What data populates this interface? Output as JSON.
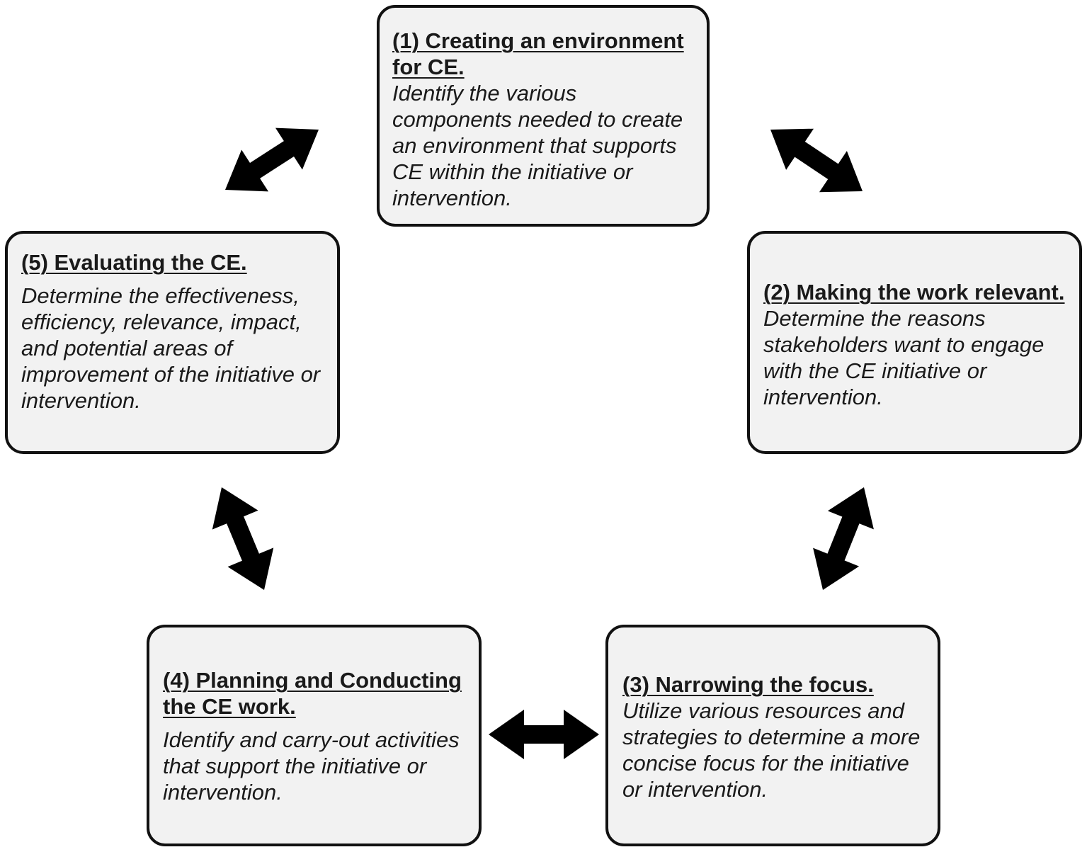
{
  "steps": [
    {
      "id": "step-1",
      "heading": "(1) Creating an environment for CE.",
      "description": "Identify the various components needed to create an environment that supports CE within the initiative or intervention."
    },
    {
      "id": "step-2",
      "heading": "(2) Making the work relevant.",
      "description": "Determine the reasons stakeholders want to engage with the CE initiative or intervention."
    },
    {
      "id": "step-3",
      "heading": "(3) Narrowing the focus.",
      "description": "Utilize various resources and strategies to determine a more concise focus for the initiative or intervention."
    },
    {
      "id": "step-4",
      "heading": "(4) Planning and Conducting the CE work.",
      "description": "Identify and carry-out activities that support the initiative or intervention."
    },
    {
      "id": "step-5",
      "heading": "(5) Evaluating the CE.",
      "description": "Determine the effectiveness, efficiency, relevance, impact, and potential areas of improvement of the initiative or intervention."
    }
  ],
  "connectors": [
    {
      "from": "step-1",
      "to": "step-2",
      "style": "double-headed"
    },
    {
      "from": "step-2",
      "to": "step-3",
      "style": "double-headed"
    },
    {
      "from": "step-3",
      "to": "step-4",
      "style": "double-headed"
    },
    {
      "from": "step-4",
      "to": "step-5",
      "style": "double-headed"
    },
    {
      "from": "step-5",
      "to": "step-1",
      "style": "double-headed"
    }
  ],
  "colors": {
    "box_fill": "#f2f2f2",
    "box_border": "#111111",
    "arrow": "#000000",
    "text": "#1a1a1a"
  }
}
